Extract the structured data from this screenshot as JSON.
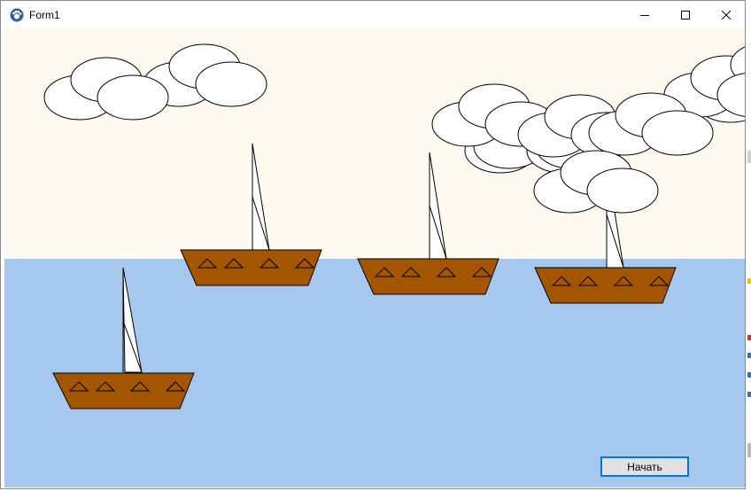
{
  "window": {
    "title": "Form1",
    "icon": "paw-app-icon",
    "controls": [
      "minimize-icon",
      "maximize-icon",
      "close-icon"
    ]
  },
  "scene": {
    "sky_color": "#fffaf0",
    "sea_color": "#a6c8ee",
    "hull_color": "#a35500",
    "sail_color": "#ffffff",
    "cloud_color": "#ffffff",
    "boat_count": 4,
    "cloud_groups": 3
  },
  "start_button": {
    "label": "Начать"
  }
}
